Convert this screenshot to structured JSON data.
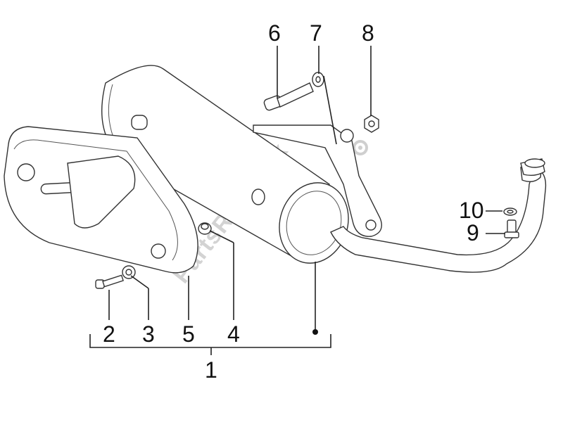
{
  "diagram": {
    "callouts": {
      "c1": "1",
      "c2": "2",
      "c3": "3",
      "c4": "4",
      "c5": "5",
      "c6": "6",
      "c7": "7",
      "c8": "8",
      "c9": "9",
      "c10": "10"
    },
    "watermark": "PartsRepublik"
  }
}
